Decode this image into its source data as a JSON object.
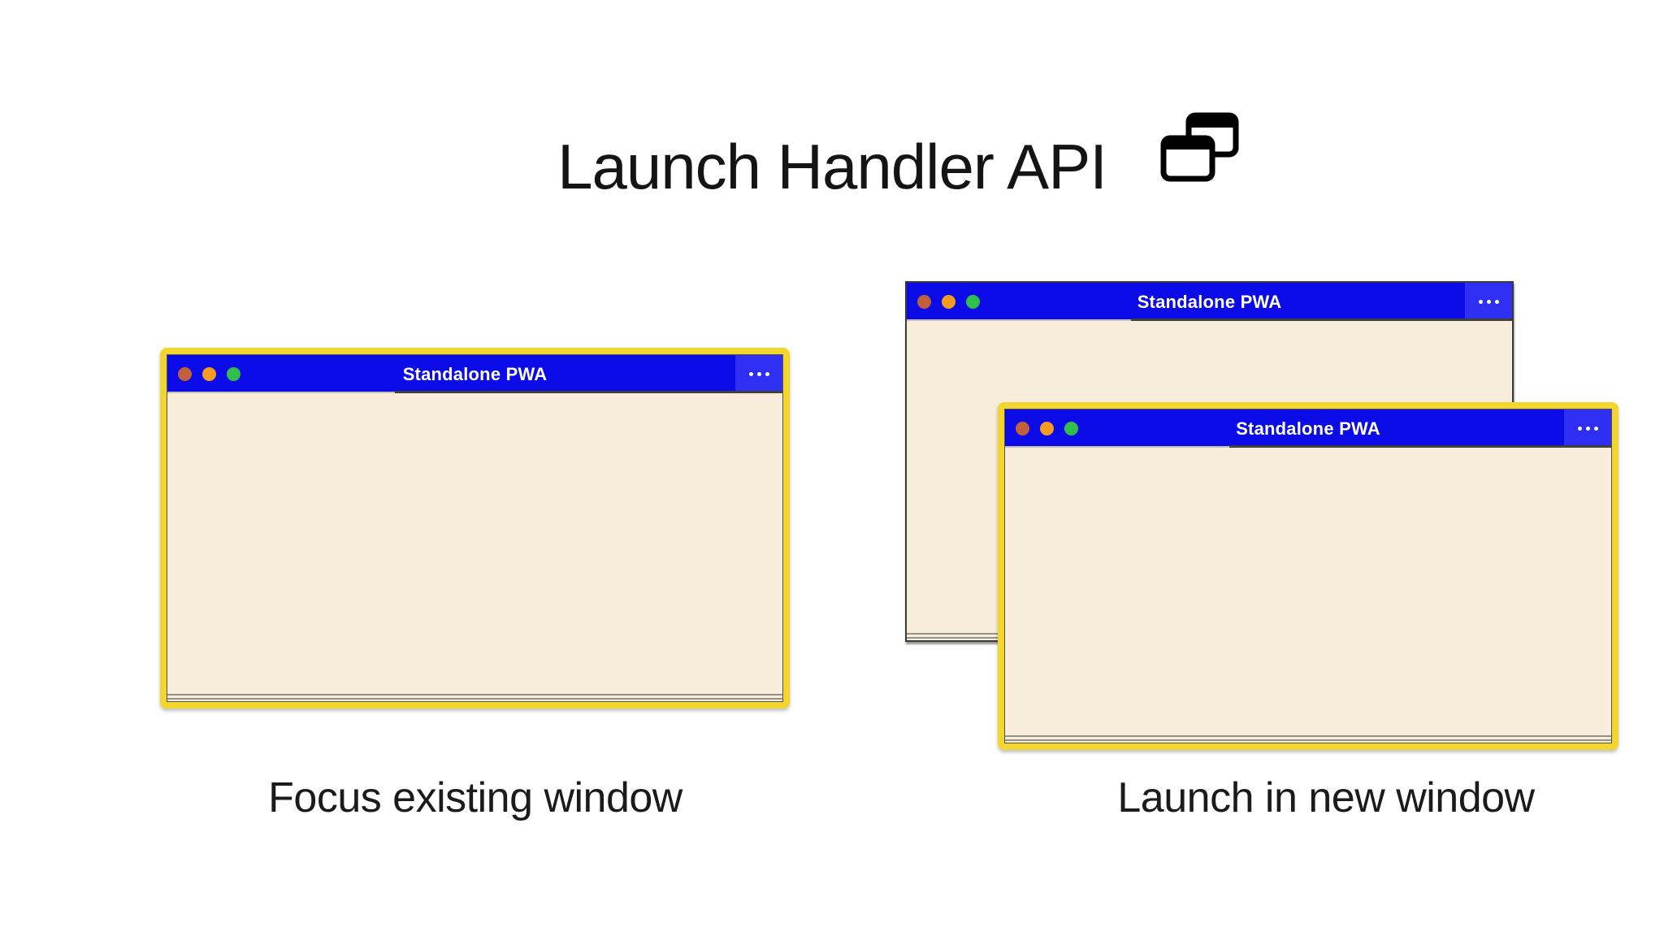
{
  "header": {
    "title": "Launch Handler API",
    "icon": "overlapping-windows-icon"
  },
  "colors": {
    "titlebar_blue": "#0b0be8",
    "more_button_blue": "#2f2ff4",
    "window_body_cream": "#f8ecda",
    "highlight_yellow": "#f2d52f",
    "plain_window_border": "#3a3a38",
    "traffic_red": "#c0603c",
    "traffic_orange": "#f69b21",
    "traffic_green": "#2fbf4a"
  },
  "icons": {
    "header_icon": "overlapping-windows-icon",
    "traffic_lights": [
      "close-icon",
      "minimize-icon",
      "zoom-icon"
    ],
    "more_icon": "•••"
  },
  "scenarios": [
    {
      "caption": "Focus existing window",
      "windows": [
        {
          "title": "Standalone PWA",
          "highlighted": true
        }
      ]
    },
    {
      "caption": "Launch in new window",
      "windows": [
        {
          "title": "Standalone PWA",
          "highlighted": false
        },
        {
          "title": "Standalone PWA",
          "highlighted": true
        }
      ]
    }
  ]
}
